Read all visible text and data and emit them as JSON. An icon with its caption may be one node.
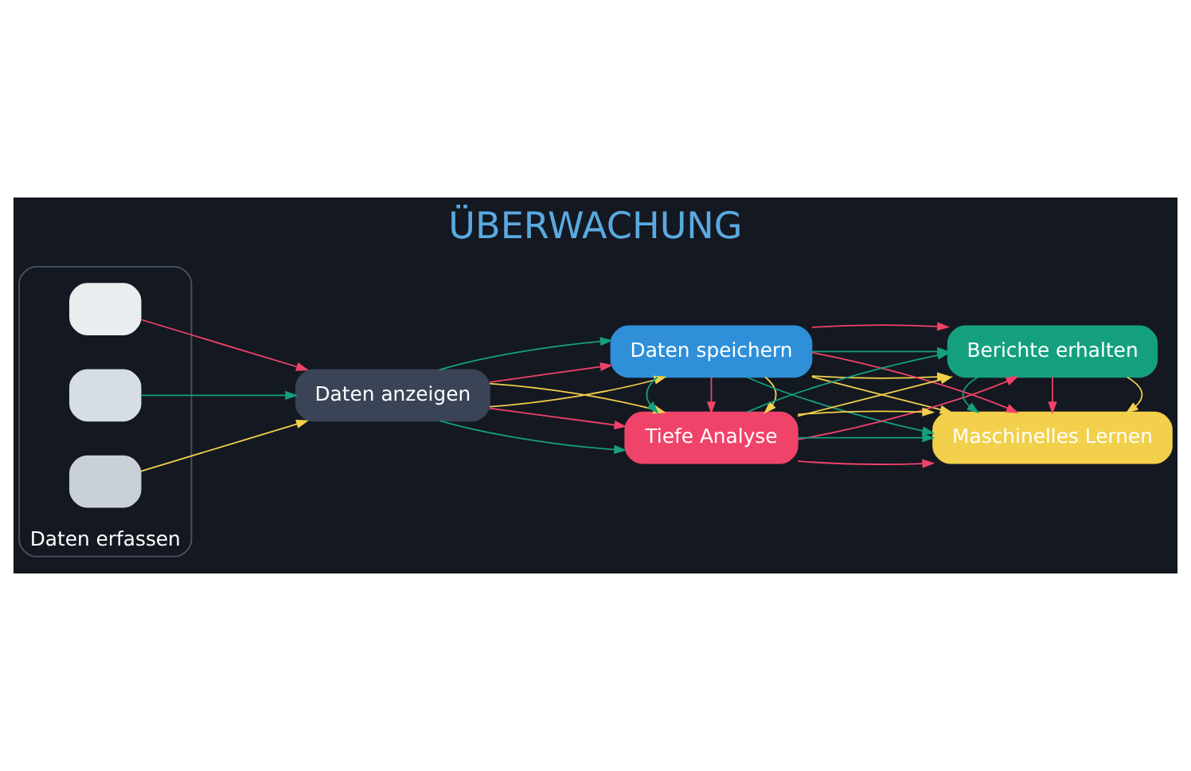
{
  "diagram": {
    "title": "ÜBERWACHUNG",
    "nodes": [
      {
        "text": [
          "Daten erfassen"
        ]
      },
      {
        "text": [],
        "shape": "box",
        "in": 0
      },
      {
        "text": [],
        "shape": "box",
        "in": 0
      },
      {
        "text": [],
        "shape": "box",
        "in": 0
      },
      {
        "text": [
          "Daten anzeigen"
        ]
      },
      {
        "text": [
          "Daten speichern"
        ]
      },
      {
        "text": [
          "Tiefe Analyse"
        ]
      },
      {
        "text": [
          "Berichte erhalten"
        ]
      },
      {
        "text": [
          "Maschinelles Lernen"
        ]
      }
    ],
    "edges": [
      {
        "from": 1,
        "to": 4,
        "arrow": "to",
        "color": "#f0436a"
      },
      {
        "from": 2,
        "to": 4,
        "arrow": "to",
        "color": "#14a07e"
      },
      {
        "from": 3,
        "to": 4,
        "arrow": "to",
        "color": "#f2d04b"
      },
      {
        "from": 4,
        "to": 5,
        "arrow": "to",
        "color": "#f2d04b"
      },
      {
        "from": 4,
        "to": 5,
        "arrow": "to",
        "color": "#f0436a"
      },
      {
        "from": 4,
        "to": 5,
        "arrow": "to",
        "color": "#14a07e"
      },
      {
        "from": 4,
        "to": 6,
        "arrow": "to",
        "color": "#14a07e"
      },
      {
        "from": 4,
        "to": 6,
        "arrow": "to",
        "color": "#f0436a"
      },
      {
        "from": 4,
        "to": 6,
        "arrow": "to",
        "color": "#f2d04b"
      },
      {
        "from": 5,
        "to": 6,
        "arrow": "to",
        "color": "#f2d04b"
      },
      {
        "from": 5,
        "to": 6,
        "arrow": "to",
        "color": "#f0436a"
      },
      {
        "from": 5,
        "to": 6,
        "arrow": "to",
        "color": "#14a07e"
      },
      {
        "from": 5,
        "to": 7,
        "arrow": "to",
        "color": "#f2d04b"
      },
      {
        "from": 5,
        "to": 7,
        "arrow": "to",
        "color": "#14a07e"
      },
      {
        "from": 5,
        "to": 7,
        "arrow": "to",
        "color": "#f0436a"
      },
      {
        "from": 5,
        "to": 8,
        "arrow": "to",
        "color": "#14a07e"
      },
      {
        "from": 5,
        "to": 8,
        "arrow": "to",
        "color": "#f2d04b"
      },
      {
        "from": 5,
        "to": 8,
        "arrow": "to",
        "color": "#f0436a"
      },
      {
        "from": 6,
        "to": 7,
        "arrow": "to",
        "color": "#f0436a"
      },
      {
        "from": 6,
        "to": 7,
        "arrow": "to",
        "color": "#f2d04b"
      },
      {
        "from": 6,
        "to": 7,
        "arrow": "to",
        "color": "#14a07e"
      },
      {
        "from": 6,
        "to": 8,
        "arrow": "to",
        "color": "#f0436a"
      },
      {
        "from": 6,
        "to": 8,
        "arrow": "to",
        "color": "#14a07e"
      },
      {
        "from": 6,
        "to": 8,
        "arrow": "to",
        "color": "#f2d04b"
      },
      {
        "from": 7,
        "to": 8,
        "arrow": "to",
        "color": "#f2d04b"
      },
      {
        "from": 7,
        "to": 8,
        "arrow": "to",
        "color": "#f0436a"
      },
      {
        "from": 7,
        "to": 8,
        "arrow": "to",
        "color": "#14a07e"
      }
    ]
  }
}
